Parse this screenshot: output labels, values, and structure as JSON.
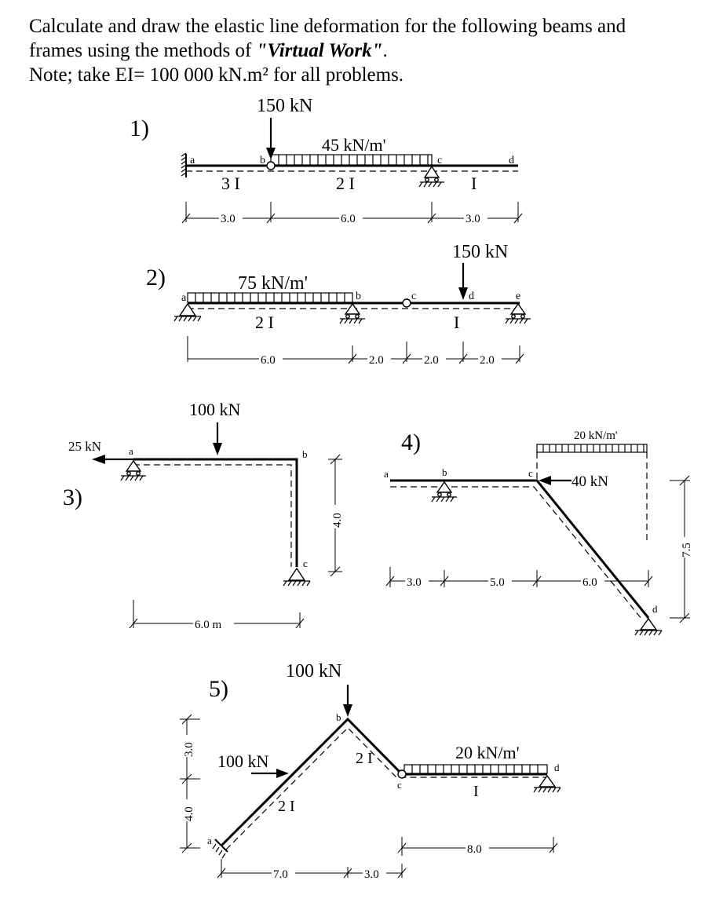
{
  "intro": {
    "line1": "Calculate and draw the elastic line deformation for the following beams and",
    "line2_pre": "frames using the methods of ",
    "line2_method": "\"Virtual Work\"",
    "line2_post": ".",
    "line3": "Note; take EI= 100 000 kN.m² for all problems."
  },
  "problems": [
    {
      "number": "1)",
      "point_load": "150 kN",
      "distributed_load": "45 kN/m'",
      "nodes": [
        "a",
        "b",
        "c",
        "d"
      ],
      "stiffness": [
        "3 I",
        "2 I",
        "I"
      ],
      "dimensions": [
        "3.0",
        "6.0",
        "3.0"
      ]
    },
    {
      "number": "2)",
      "distributed_load": "75 kN/m'",
      "point_load": "150 kN",
      "nodes": [
        "a",
        "b",
        "c",
        "d",
        "e"
      ],
      "stiffness": [
        "2 I",
        "I"
      ],
      "dimensions": [
        "6.0",
        "2.0",
        "2.0",
        "2.0"
      ]
    },
    {
      "number": "3)",
      "horizontal_load": "25 kN",
      "point_load": "100 kN",
      "nodes": [
        "a",
        "b",
        "c"
      ],
      "dimensions": [
        "4.0",
        "6.0 m"
      ]
    },
    {
      "number": "4)",
      "distributed_load": "20 kN/m'",
      "horizontal_load": "40 kN",
      "nodes": [
        "a",
        "b",
        "c",
        "d"
      ],
      "dimensions": [
        "3.0",
        "5.0",
        "6.0",
        "7.5"
      ]
    },
    {
      "number": "5)",
      "point_load": "100 kN",
      "inclined_load": "100 kN",
      "distributed_load": "20 kN/m'",
      "nodes": [
        "a",
        "b",
        "c",
        "d"
      ],
      "stiffness": [
        "2 I",
        "2 I",
        "I"
      ],
      "dimensions": [
        "3.0",
        "4.0",
        "7.0",
        "3.0",
        "8.0"
      ]
    }
  ]
}
